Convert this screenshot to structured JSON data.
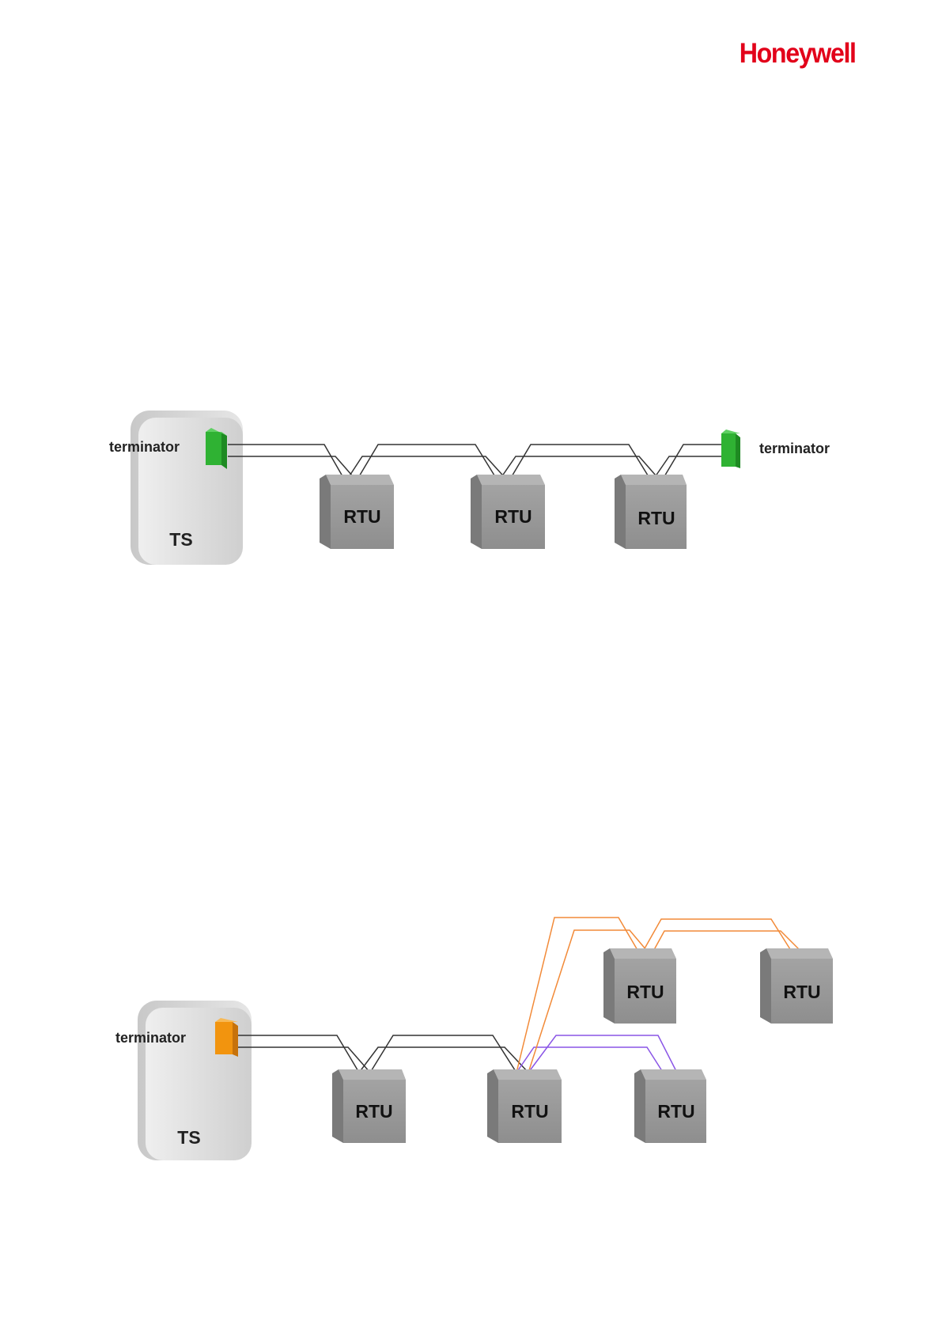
{
  "header": {
    "brand": "Honeywell"
  },
  "colors": {
    "brand": "#e2001a",
    "bus": "#333333",
    "terminator_green": "#2fb233",
    "terminator_orange": "#f2940e",
    "branch_orange": "#f28a38",
    "branch_purple": "#8a55e6",
    "rtu_face": "#999999",
    "ts_face": "#d4d4d4"
  },
  "diagram1": {
    "ts_label": "TS",
    "terminator_left_label": "terminator",
    "terminator_right_label": "terminator",
    "rtu_labels": [
      "RTU",
      "RTU",
      "RTU"
    ]
  },
  "diagram2": {
    "ts_label": "TS",
    "terminator_label": "terminator",
    "rtu_labels": [
      "RTU",
      "RTU",
      "RTU",
      "RTU",
      "RTU"
    ]
  }
}
